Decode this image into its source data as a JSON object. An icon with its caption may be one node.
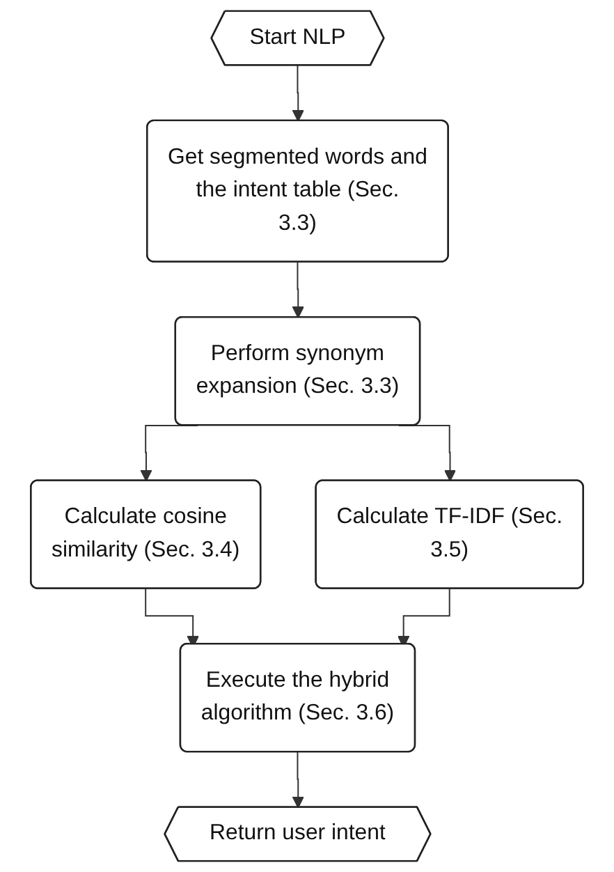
{
  "diagram": {
    "nodes": [
      {
        "text": [
          "Start NLP"
        ]
      },
      {
        "text": [
          "Get segmented words and the intent table (Sec. 3.3)"
        ]
      },
      {
        "text": [
          "Perform synonym expansion (Sec. 3.3)"
        ]
      },
      {
        "text": [
          "Calculate cosine similarity (Sec. 3.4)"
        ]
      },
      {
        "text": [
          "Calculate TF-IDF (Sec. 3.5)"
        ]
      },
      {
        "text": [
          "Execute the hybrid algorithm (Sec. 3.6)"
        ]
      },
      {
        "text": [
          "Return user intent"
        ]
      }
    ],
    "edges": [
      {
        "from": 0,
        "to": 1,
        "arrow": "to"
      },
      {
        "from": 1,
        "to": 2,
        "arrow": "to"
      },
      {
        "from": 2,
        "to": 3,
        "arrow": "to"
      },
      {
        "from": 2,
        "to": 4,
        "arrow": "to"
      },
      {
        "from": 3,
        "to": 5,
        "arrow": "to"
      },
      {
        "from": 4,
        "to": 5,
        "arrow": "to"
      },
      {
        "from": 5,
        "to": 6,
        "arrow": "to"
      }
    ]
  }
}
